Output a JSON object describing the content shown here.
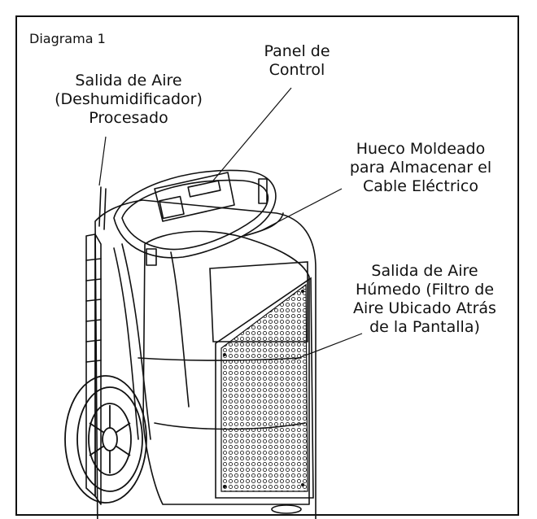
{
  "diagram": {
    "title": "Diagrama 1",
    "labels": {
      "control_panel": "Panel de\nControl",
      "processed_air_outlet": "Salida de Aire\n(Deshumidificador)\nProcesado",
      "cord_storage_recess": "Hueco Moldeado\npara Almacenar el\nCable Eléctrico",
      "humid_air_outlet": "Salida de Aire\nHúmedo (Filtro de\nAire Ubicado Atrás\nde la Pantalla)"
    }
  }
}
